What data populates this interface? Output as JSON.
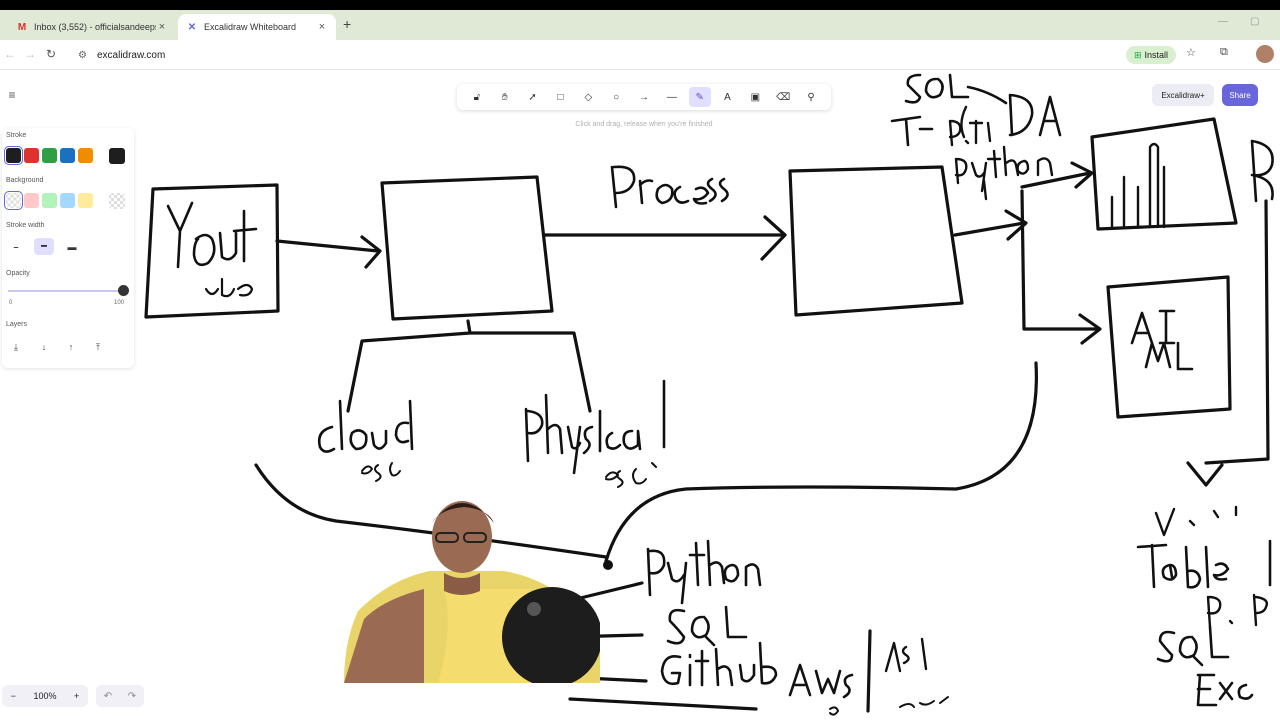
{
  "browser": {
    "tabs": [
      {
        "label": "Inbox (3,552) - officialsandeeps...",
        "icon": "gmail-icon",
        "active": false
      },
      {
        "label": "Excalidraw Whiteboard",
        "icon": "excalidraw-icon",
        "active": true
      }
    ],
    "tab_close": "×",
    "new_tab": "+",
    "back": "←",
    "forward": "→",
    "reload": "↻",
    "url": "excalidraw.com",
    "install_label": "Install",
    "colors": {
      "tabstrip": "#dfe9d6",
      "install_bg": "#d8efd0"
    }
  },
  "app": {
    "menu": "≡",
    "library_label": "Excalidraw+",
    "share_label": "Share",
    "hint": "Click and drag, release when you're finished",
    "accent": "#6965db",
    "tools": [
      {
        "name": "lock",
        "glyph": "🔓︎"
      },
      {
        "name": "hand",
        "glyph": "✋︎"
      },
      {
        "name": "selection",
        "glyph": "➚"
      },
      {
        "name": "rectangle",
        "glyph": "□"
      },
      {
        "name": "diamond",
        "glyph": "◇"
      },
      {
        "name": "ellipse",
        "glyph": "○"
      },
      {
        "name": "arrow",
        "glyph": "→"
      },
      {
        "name": "line",
        "glyph": "—"
      },
      {
        "name": "draw",
        "glyph": "✎",
        "active": true
      },
      {
        "name": "text",
        "glyph": "A"
      },
      {
        "name": "image",
        "glyph": "▣"
      },
      {
        "name": "eraser",
        "glyph": "⌫"
      },
      {
        "name": "more",
        "glyph": "⚲"
      }
    ]
  },
  "properties": {
    "stroke_label": "Stroke",
    "stroke_colors": [
      "#1e1e1e",
      "#e03131",
      "#2f9e44",
      "#1971c2",
      "#f08c00"
    ],
    "stroke_current": "#1e1e1e",
    "background_label": "Background",
    "background_colors": [
      "transparent",
      "#ffc9c9",
      "#b2f2bb",
      "#a5d8ff",
      "#ffec99"
    ],
    "stroke_width_label": "Stroke width",
    "opacity_label": "Opacity",
    "opacity_min": "0",
    "opacity_max": "100",
    "opacity_value": 100,
    "layers_label": "Layers",
    "layer_buttons": [
      "⤓",
      "↓",
      "↑",
      "⤒"
    ]
  },
  "footer": {
    "zoom_out": "−",
    "zoom_level": "100%",
    "zoom_in": "+",
    "undo": "↶",
    "redo": "↷"
  }
}
